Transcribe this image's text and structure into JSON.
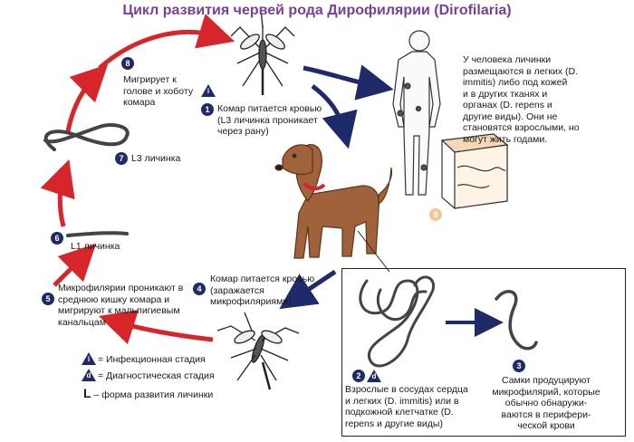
{
  "title": "Цикл развития червей рода Дирофилярии (Dirofilaria)",
  "steps": {
    "s1": {
      "num": "1",
      "l1": "Комар питается кровью",
      "l2": "(L3 личинка проникает",
      "l3": "через рану)"
    },
    "s2": {
      "num": "2",
      "l1": "Взрослые в сосудах сердца",
      "l2": "и легких (D. immitis) или в",
      "l3": "подкожной клетчатке (D.",
      "l4": "repens и другие виды)"
    },
    "s3": {
      "num": "3",
      "l1": "Самки продуцируют",
      "l2": "микрофилярий, которые",
      "l3": "обычно  обнаружи-",
      "l4": "ваются в перифери-",
      "l5": "ческой крови"
    },
    "s4": {
      "num": "4",
      "l1": "Комар питается кровью",
      "l2": "(заражается",
      "l3": "микрофиляриями)"
    },
    "s5": {
      "num": "5",
      "l1": "Микрофилярии проникают в",
      "l2": "среднюю кишку комара и",
      "l3": "мигрируют к мальпигиевым",
      "l4": "канальцам"
    },
    "s6": {
      "num": "6",
      "l1": "L1 личинка"
    },
    "s7": {
      "num": "7",
      "l1": "L3 личинка"
    },
    "s8": {
      "num": "8",
      "l1": "Мигрирует к",
      "l2": "голове и хоботу",
      "l3": "комара"
    },
    "s9": {
      "num": "9"
    }
  },
  "human_note": {
    "l1": "У человека личинки",
    "l2": "размещаются в легких (D.",
    "l3": "immitis) либо под кожей",
    "l4": "и  в других тканях и",
    "l5": "органах (D. repens и",
    "l6": "другие виды).  Они не",
    "l7": "становятся взрослыми, но",
    "l8": "могут жить годами."
  },
  "legend": {
    "infective_symbol": "i",
    "infective": "= Инфекционная стадия",
    "diagnostic_symbol": "d",
    "diagnostic": "= Диагностическая стадия",
    "larva_symbol": "L",
    "larva": " – форма развития личинки"
  },
  "colors": {
    "title": "#7b3f98",
    "red_arrow": "#d7262b",
    "blue_arrow": "#1f2a6b",
    "dog": "#a0623a",
    "collar": "#d7262b"
  }
}
